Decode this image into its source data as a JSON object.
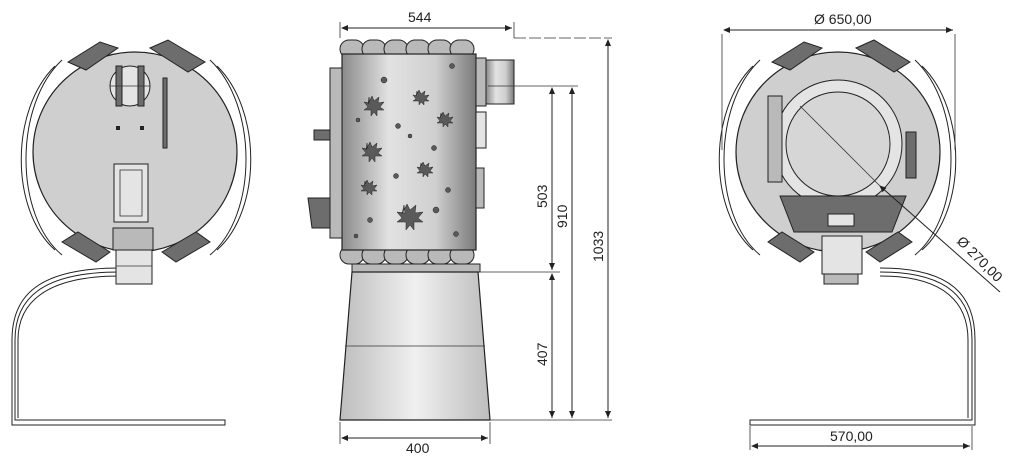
{
  "dimensions": {
    "side_width": "544",
    "height_503": "503",
    "height_910": "910",
    "height_1033": "1033",
    "base_height": "407",
    "base_width": "400",
    "diameter_outer": "Ø 650,00",
    "diameter_door": "Ø 270,00",
    "rear_width": "570,00"
  },
  "colors": {
    "body": "#cfcfcf",
    "line": "#222222",
    "dark": "#6d6d6d"
  }
}
